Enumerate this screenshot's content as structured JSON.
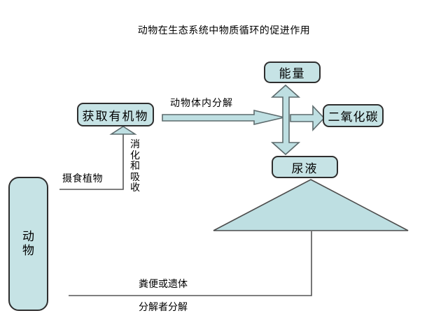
{
  "title": "动物在生态系统中物质循环的促进作用",
  "colors": {
    "background": "#ffffff",
    "node_fill": "#c6e3e5",
    "node_border": "#2e2e2e",
    "arrow_fill": "#bedfe2",
    "arrow_stroke": "#5c6a6c",
    "connector": "#555555",
    "text": "#000000"
  },
  "nodes": {
    "energy": {
      "label": "能量"
    },
    "obtain_organic": {
      "label": "获取有机物"
    },
    "carbon_dioxide": {
      "label": "二氧化碳"
    },
    "urine": {
      "label": "尿液"
    },
    "animal": {
      "label": "动\n物"
    }
  },
  "edge_labels": {
    "decompose_in_body": "动物体内分解",
    "feed_on_plants": "摄食植物",
    "digestion_absorption": "消\n化\n和\n吸\n收",
    "feces_or_remains": "粪便或遗体",
    "decomposer_decompose": "分解者分解"
  }
}
